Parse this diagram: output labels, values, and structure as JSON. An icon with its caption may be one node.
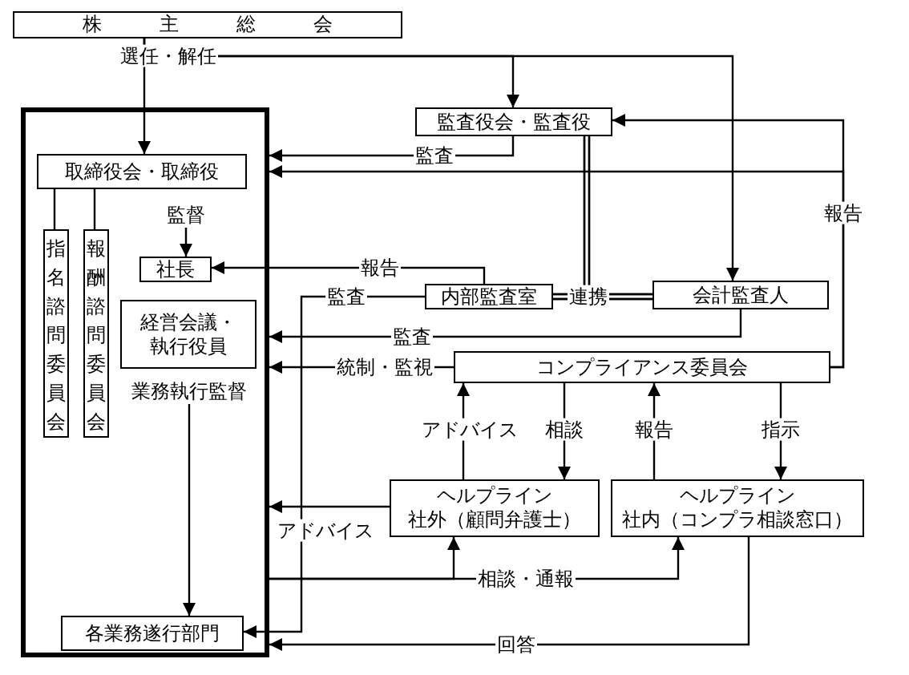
{
  "diagram": {
    "nodes": [
      {
        "text": [
          "株主総会"
        ]
      },
      {
        "text": [],
        "shape": "box"
      },
      {
        "text": [
          "取締役会・取締役"
        ],
        "in": 1
      },
      {
        "text": [
          "指名諮問委員会"
        ],
        "in": 1
      },
      {
        "text": [
          "報酬諮問委員会"
        ],
        "in": 1
      },
      {
        "text": [
          "監督"
        ],
        "in": 1
      },
      {
        "text": [
          "社長"
        ],
        "in": 1
      },
      {
        "text": [
          "経営会議・執行役員"
        ],
        "in": 1
      },
      {
        "text": [
          "業務執行監督"
        ],
        "in": 1
      },
      {
        "text": [
          "各業務遂行部門"
        ],
        "in": 1
      },
      {
        "text": [
          "監査役会・監査役"
        ]
      },
      {
        "text": [
          "内部監査室"
        ]
      },
      {
        "text": [
          "会計監査人"
        ]
      },
      {
        "text": [
          "コンプライアンス委員会"
        ]
      },
      {
        "text": [
          "ヘルプライン",
          "社外（顧問弁護士）"
        ]
      },
      {
        "text": [
          "ヘルプライン",
          "社内（コンプラ相談窓口）"
        ]
      }
    ],
    "edges": [
      {
        "from": 0,
        "to": 2,
        "arrow": "to",
        "label": "選任・解任"
      },
      {
        "from": 0,
        "to": 10,
        "arrow": "to"
      },
      {
        "from": 0,
        "to": 12,
        "arrow": "to"
      },
      {
        "from": 10,
        "to": 1,
        "arrow": "to",
        "label": "監査"
      },
      {
        "from": 13,
        "to": 10,
        "arrow": "to",
        "label": "報告"
      },
      {
        "from": 13,
        "to": 1,
        "arrow": "to"
      },
      {
        "from": 2,
        "to": 3,
        "arrow": "none"
      },
      {
        "from": 2,
        "to": 4,
        "arrow": "none"
      },
      {
        "from": 5,
        "to": 6,
        "arrow": "to"
      },
      {
        "from": 8,
        "to": 9,
        "arrow": "to"
      },
      {
        "from": 11,
        "to": 6,
        "arrow": "to",
        "label": "報告"
      },
      {
        "from": 11,
        "to": 9,
        "arrow": "to",
        "label": "監査"
      },
      {
        "from": 10,
        "to": 11,
        "arrow": "none"
      },
      {
        "from": 10,
        "to": 12,
        "arrow": "none"
      },
      {
        "from": 11,
        "to": 12,
        "arrow": "none",
        "label": "連携"
      },
      {
        "from": 12,
        "to": 1,
        "arrow": "to",
        "label": "監査"
      },
      {
        "from": 13,
        "to": 1,
        "arrow": "to",
        "label": "統制・監視"
      },
      {
        "from": 14,
        "to": 13,
        "arrow": "to",
        "label": "アドバイス"
      },
      {
        "from": 13,
        "to": 14,
        "arrow": "to",
        "label": "相談"
      },
      {
        "from": 15,
        "to": 13,
        "arrow": "to",
        "label": "報告"
      },
      {
        "from": 13,
        "to": 15,
        "arrow": "to",
        "label": "指示"
      },
      {
        "from": 14,
        "to": 1,
        "arrow": "to",
        "label": "アドバイス"
      },
      {
        "from": 1,
        "to": 14,
        "arrow": "to",
        "label": "相談・通報"
      },
      {
        "from": 1,
        "to": 15,
        "arrow": "to"
      },
      {
        "from": 15,
        "to": 1,
        "arrow": "to",
        "label": "回答"
      }
    ]
  }
}
